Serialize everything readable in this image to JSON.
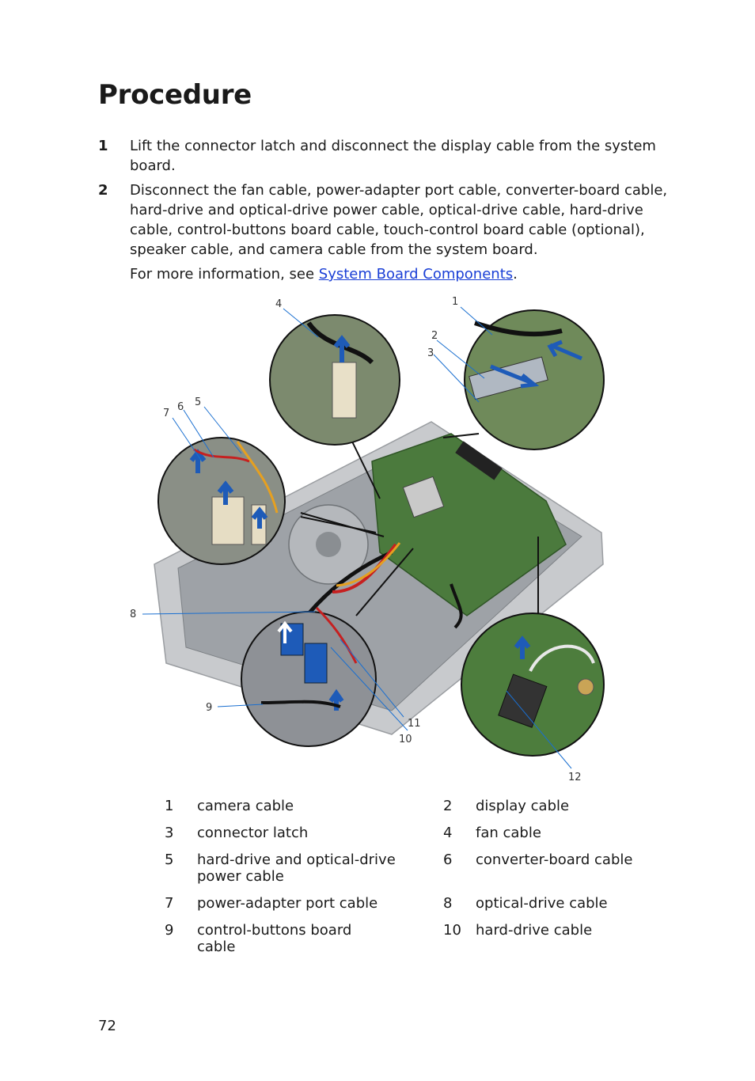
{
  "title": "Procedure",
  "steps": [
    {
      "num": "1",
      "text": "Lift the connector latch and disconnect the display cable from the system board."
    },
    {
      "num": "2",
      "text": "Disconnect the fan cable, power-adapter port cable, converter-board cable, hard-drive and optical-drive power cable, optical-drive cable, hard-drive cable, control-buttons board cable, touch-control board cable (optional), speaker cable, and camera cable from the system board."
    }
  ],
  "more_info": {
    "prefix": "For more information, see ",
    "link": "System Board Components",
    "suffix": "."
  },
  "callouts": [
    "1",
    "2",
    "3",
    "4",
    "5",
    "6",
    "7",
    "8",
    "9",
    "10",
    "11",
    "12"
  ],
  "legend": [
    {
      "n1": "1",
      "l1": "camera cable",
      "n2": "2",
      "l2": "display cable"
    },
    {
      "n1": "3",
      "l1": "connector latch",
      "n2": "4",
      "l2": "fan cable"
    },
    {
      "n1": "5",
      "l1": "hard-drive and optical-drive power cable",
      "n2": "6",
      "l2": "converter-board cable"
    },
    {
      "n1": "7",
      "l1": "power-adapter port cable",
      "n2": "8",
      "l2": "optical-drive cable"
    },
    {
      "n1": "9",
      "l1": "control-buttons board cable",
      "n2": "10",
      "l2": "hard-drive cable"
    }
  ],
  "page_number": "72"
}
